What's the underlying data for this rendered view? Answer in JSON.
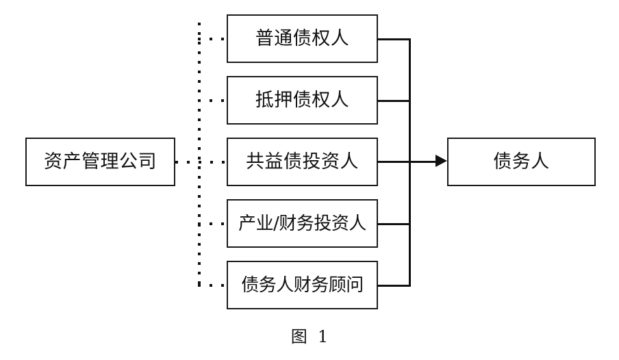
{
  "figure": {
    "caption": "图  1",
    "source_node": {
      "label": "资产管理公司"
    },
    "target_node": {
      "label": "债务人"
    },
    "intermediaries": [
      {
        "label": "普通债权人"
      },
      {
        "label": "抵押债权人"
      },
      {
        "label": "共益债投资人"
      },
      {
        "label": "产业/财务投资人"
      },
      {
        "label": "债务人财务顾问"
      }
    ],
    "colors": {
      "stroke": "#111111",
      "background": "#ffffff",
      "text": "#111111"
    }
  }
}
